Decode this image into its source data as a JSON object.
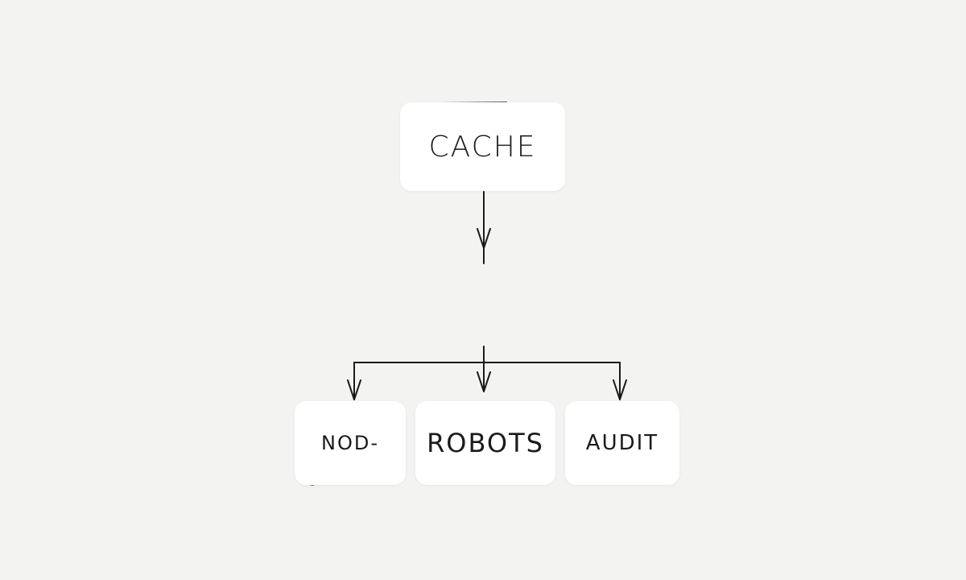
{
  "diagram": {
    "type": "tree",
    "root": {
      "id": "cache",
      "label": "CACHE"
    },
    "children": [
      {
        "id": "nod",
        "label": "NOD-"
      },
      {
        "id": "robots",
        "label": "ROBOTS"
      },
      {
        "id": "audit",
        "label": "AUDIT"
      }
    ],
    "edges": [
      {
        "from": "cache",
        "to": "nod"
      },
      {
        "from": "cache",
        "to": "robots"
      },
      {
        "from": "cache",
        "to": "audit"
      }
    ],
    "colors": {
      "background": "#f3f3f2",
      "node_fill": "#ffffff",
      "stroke": "#1b1b1b"
    }
  }
}
